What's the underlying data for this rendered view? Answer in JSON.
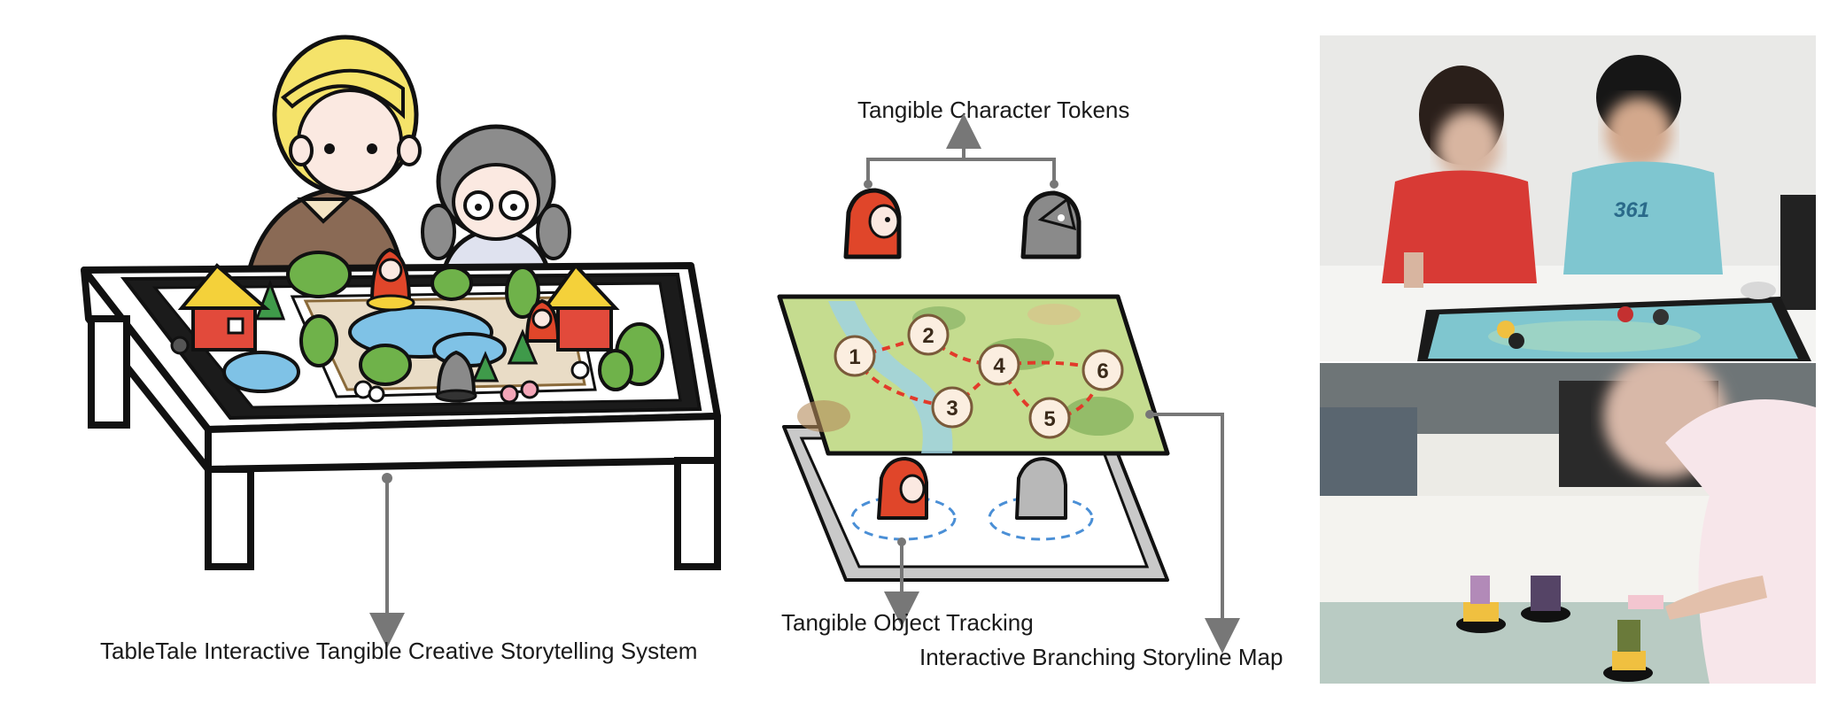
{
  "labels": {
    "system": "TableTale Interactive Tangible Creative Storytelling System",
    "tokens": "Tangible Character Tokens",
    "tracking": "Tangible Object Tracking",
    "storyline": "Interactive Branching Storyline Map"
  },
  "story_nodes": [
    "1",
    "2",
    "3",
    "4",
    "5",
    "6"
  ],
  "colors": {
    "stroke": "#111111",
    "red_hood": "#e0462a",
    "wolf_gray": "#8a8a8a",
    "grass": "#6fb24a",
    "water": "#7fc2e6",
    "house_roof": "#f4d13a",
    "house_wall": "#e24a3b",
    "path_dash": "#e23a2a",
    "tracking_ring": "#4a8fd6",
    "arrow_gray": "#777777"
  }
}
